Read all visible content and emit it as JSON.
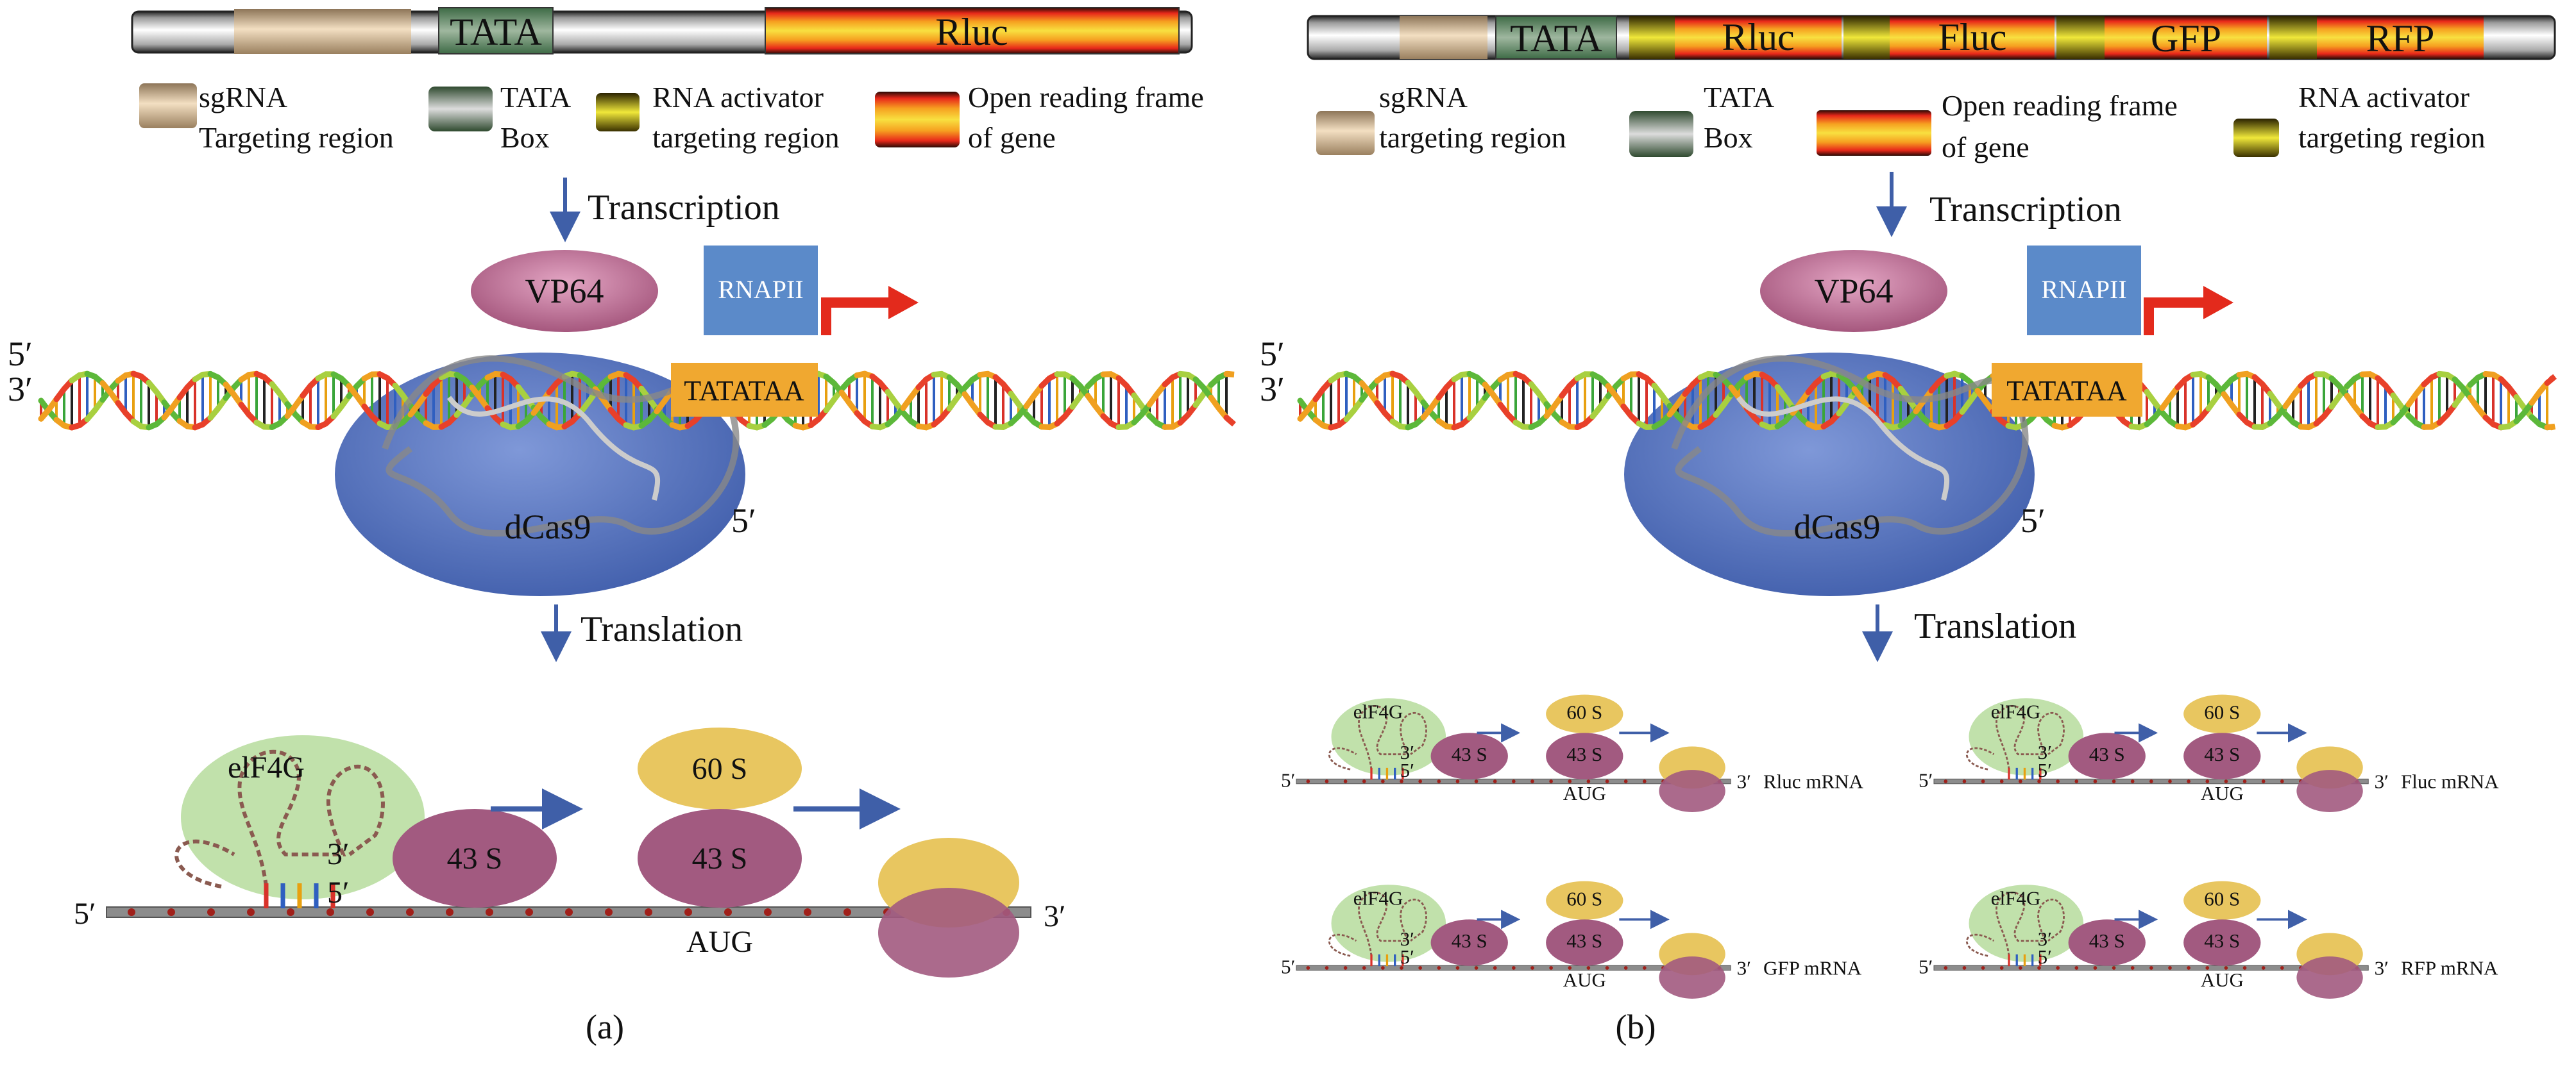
{
  "colors": {
    "arrow_blue": "#3f5fa8",
    "dcas9": "#4f6fbf",
    "vp64": "#a8557a",
    "rnapii": "#5b8ac9",
    "tata_box": "#f0a830",
    "start_arrow": "#e32a1c",
    "ribosome_43s": "#a25a80",
    "ribosome_60s": "#e8c660",
    "elf4g": "#b6dc9c"
  },
  "panel_a": {
    "gene_bar": {
      "tata": "TATA",
      "orf": "Rluc"
    },
    "legend": {
      "sgrna": [
        "sgRNA",
        "Targeting region"
      ],
      "tata": [
        "TATA",
        "Box"
      ],
      "activator": [
        "RNA activator",
        "targeting region"
      ],
      "orf": [
        "Open reading frame",
        "of gene"
      ]
    },
    "transcription": "Transcription",
    "dna": {
      "five": "5′",
      "three": "3′"
    },
    "vp64": "VP64",
    "rnapii": "RNAPII",
    "tata_box": "TATATAA",
    "dcas9": "dCas9",
    "dcas9_end": "5′",
    "translation": "Translation",
    "mrna": {
      "elf4g": "elF4G",
      "three_loop": "3′",
      "five_loop": "5′",
      "s43": "43 S",
      "s60": "60 S",
      "aug": "AUG",
      "five": "5′",
      "three": "3′",
      "label": ""
    },
    "caption": "(a)"
  },
  "panel_b": {
    "gene_bar": {
      "tata": "TATA",
      "orfs": [
        "Rluc",
        "Fluc",
        "GFP",
        "RFP"
      ]
    },
    "legend": {
      "sgrna": [
        "sgRNA",
        "targeting region"
      ],
      "tata": [
        "TATA",
        "Box"
      ],
      "orf": [
        "Open reading frame",
        "of gene"
      ],
      "activator": [
        "RNA activator",
        "targeting region"
      ]
    },
    "transcription": "Transcription",
    "dna": {
      "five": "5′",
      "three": "3′"
    },
    "vp64": "VP64",
    "rnapii": "RNAPII",
    "tata_box": "TATATAA",
    "dcas9": "dCas9",
    "dcas9_end": "5′",
    "translation": "Translation",
    "mrnas": [
      {
        "elf4g": "elF4G",
        "three_loop": "3′",
        "five_loop": "5′",
        "s43": "43 S",
        "s60": "60 S",
        "aug": "AUG",
        "five": "5′",
        "three": "3′",
        "label": "Rluc mRNA"
      },
      {
        "elf4g": "elF4G",
        "three_loop": "3′",
        "five_loop": "5′",
        "s43": "43 S",
        "s60": "60 S",
        "aug": "AUG",
        "five": "5′",
        "three": "3′",
        "label": "Fluc mRNA"
      },
      {
        "elf4g": "elF4G",
        "three_loop": "3′",
        "five_loop": "5′",
        "s43": "43 S",
        "s60": "60 S",
        "aug": "AUG",
        "five": "5′",
        "three": "3′",
        "label": "GFP mRNA"
      },
      {
        "elf4g": "elF4G",
        "three_loop": "3′",
        "five_loop": "5′",
        "s43": "43 S",
        "s60": "60 S",
        "aug": "AUG",
        "five": "5′",
        "three": "3′",
        "label": "RFP mRNA"
      }
    ],
    "caption": "(b)"
  }
}
